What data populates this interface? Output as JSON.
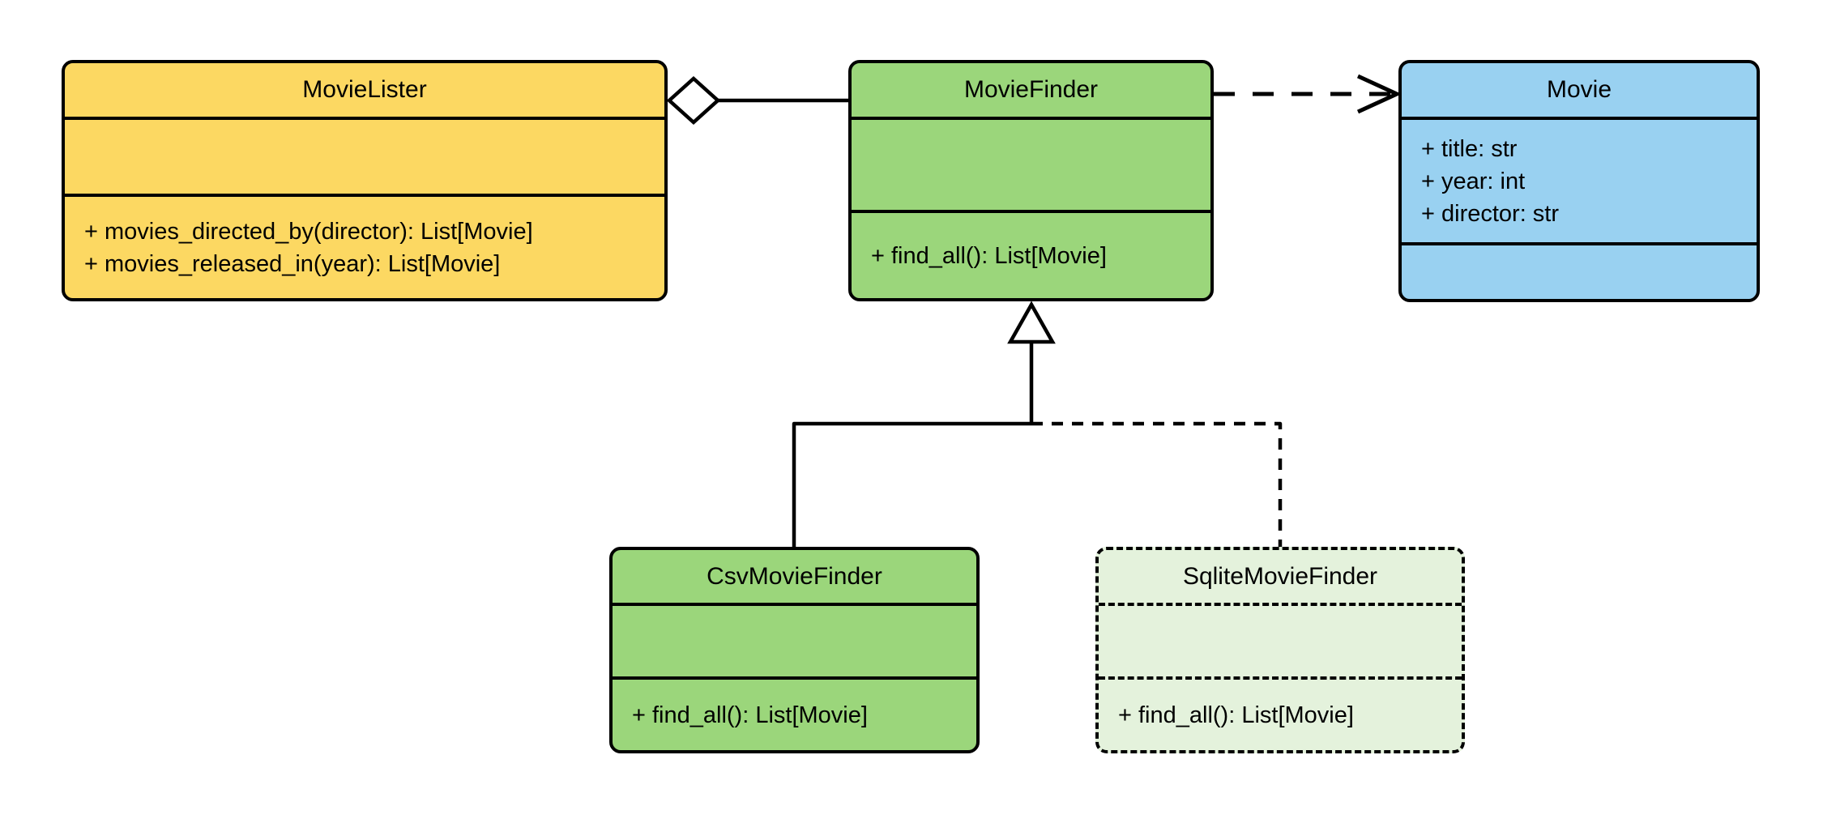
{
  "diagram": {
    "kind": "uml-class-diagram",
    "background": "#ffffff",
    "stroke_color": "#000000",
    "classes": [
      {
        "name": "MovieLister",
        "fill": "#FCD862",
        "attributes": [],
        "methods": [
          "+ movies_directed_by(director): List[Movie]",
          "+ movies_released_in(year): List[Movie]"
        ],
        "border_style": "solid"
      },
      {
        "name": "MovieFinder",
        "fill": "#9BD67B",
        "attributes": [],
        "methods": [
          "+ find_all(): List[Movie]"
        ],
        "border_style": "solid"
      },
      {
        "name": "Movie",
        "fill": "#99D1F1",
        "attributes": [
          "+ title: str",
          "+ year: int",
          "+ director: str"
        ],
        "methods": [],
        "border_style": "solid"
      },
      {
        "name": "CsvMovieFinder",
        "fill": "#9BD67B",
        "attributes": [],
        "methods": [
          "+ find_all(): List[Movie]"
        ],
        "border_style": "solid"
      },
      {
        "name": "SqliteMovieFinder",
        "fill": "#E4F2DC",
        "attributes": [],
        "methods": [
          "+ find_all(): List[Movie]"
        ],
        "border_style": "dashed"
      }
    ],
    "relationships": [
      {
        "type": "aggregation",
        "owner": "MovieLister",
        "part": "MovieFinder",
        "line": "solid",
        "marker": "hollow-diamond-at-owner"
      },
      {
        "type": "dependency",
        "from": "MovieFinder",
        "to": "Movie",
        "line": "dashed",
        "marker": "open-arrow-at-target"
      },
      {
        "type": "generalization",
        "child": "CsvMovieFinder",
        "parent": "MovieFinder",
        "line": "solid",
        "marker": "hollow-triangle-at-parent"
      },
      {
        "type": "generalization",
        "child": "SqliteMovieFinder",
        "parent": "MovieFinder",
        "line": "dashed",
        "marker": "hollow-triangle-at-parent"
      }
    ]
  }
}
